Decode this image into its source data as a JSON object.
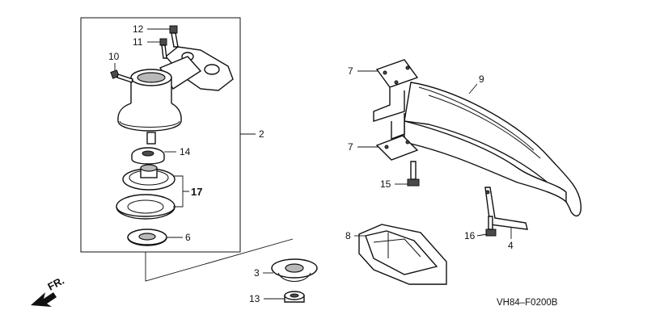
{
  "diagram_code": "VH84–F0200B",
  "front_marker": "FR.",
  "callouts": {
    "c2": "2",
    "c3": "3",
    "c4": "4",
    "c6": "6",
    "c7a": "7",
    "c7b": "7",
    "c8": "8",
    "c9": "9",
    "c10": "10",
    "c11": "11",
    "c12": "12",
    "c13": "13",
    "c14": "14",
    "c15": "15",
    "c16": "16",
    "c17": "17"
  }
}
